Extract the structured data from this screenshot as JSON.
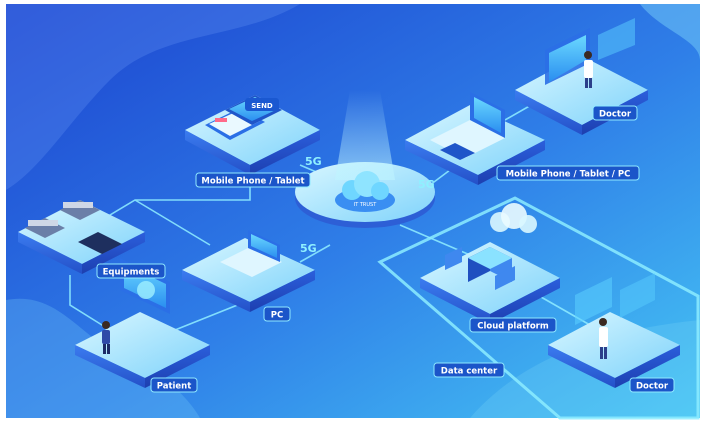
{
  "labels": {
    "mobile_tablet": "Mobile Phone / Tablet",
    "mobile_tablet_pc": "Mobile Phone / Tablet / PC",
    "doctor_top": "Doctor",
    "doctor_bottom": "Doctor",
    "equipments": "Equipments",
    "pc": "PC",
    "patient": "Patient",
    "cloud_platform": "Cloud platform",
    "data_center": "Data center"
  },
  "screen_text": {
    "send": "SEND",
    "network_5g": "5G",
    "hub_caption": "IT TRUST"
  },
  "colors": {
    "bg_dark": "#1f4fd8",
    "bg_light": "#3fb8f2",
    "platform_top": "#9fe7ff",
    "platform_side": "#2d62d6",
    "label_bg": "#1b55c9",
    "label_border": "#8fe9ff",
    "line": "#7de6ff"
  }
}
